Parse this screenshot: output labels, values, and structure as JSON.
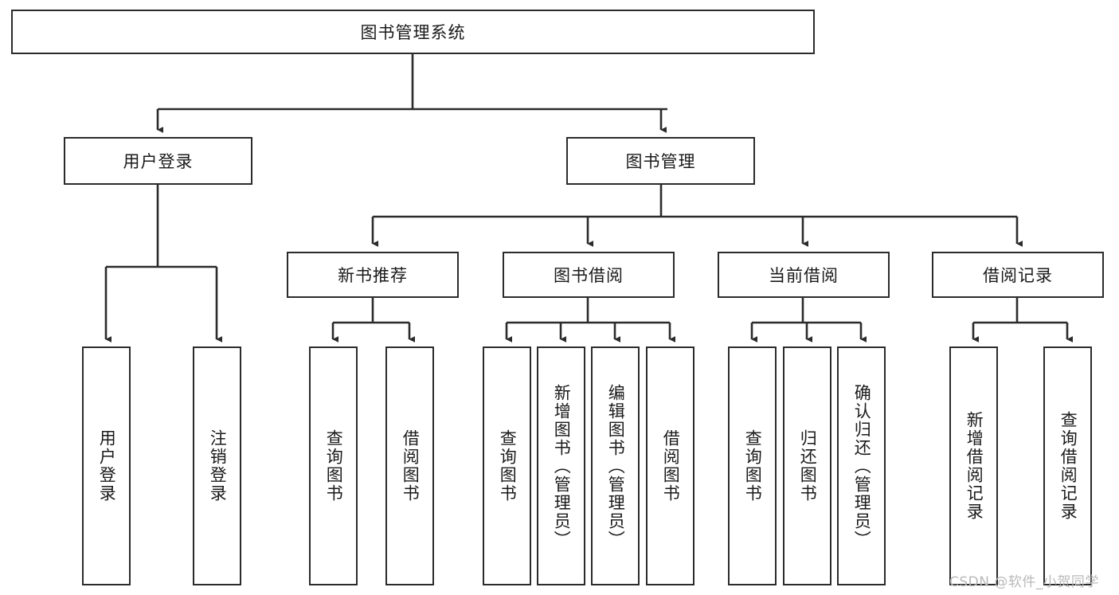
{
  "diagram": {
    "type": "hierarchy-tree",
    "title": "图书管理系统",
    "watermark": "CSDN @软件_小贺同学",
    "colors": {
      "box_border": "#2b2b2b",
      "box_fill": "#ffffff",
      "connector": "#2b2b2b",
      "text": "#1a1a1a",
      "watermark": "#b9b9b9"
    },
    "root": {
      "label": "图书管理系统"
    },
    "level2": [
      {
        "label": "用户登录"
      },
      {
        "label": "图书管理"
      }
    ],
    "level3": [
      {
        "label": "新书推荐"
      },
      {
        "label": "图书借阅"
      },
      {
        "label": "当前借阅"
      },
      {
        "label": "借阅记录"
      }
    ],
    "leaves": {
      "user_login": [
        {
          "label": "用户登录"
        },
        {
          "label": "注销登录"
        }
      ],
      "new_book_recommend": [
        {
          "label": "查询图书"
        },
        {
          "label": "借阅图书"
        }
      ],
      "book_borrow": [
        {
          "label": "查询图书"
        },
        {
          "label": "新增图书（管理员）"
        },
        {
          "label": "编辑图书（管理员）"
        },
        {
          "label": "借阅图书"
        }
      ],
      "current_borrow": [
        {
          "label": "查询图书"
        },
        {
          "label": "归还图书"
        },
        {
          "label": "确认归还（管理员）"
        }
      ],
      "borrow_record": [
        {
          "label": "新增借阅记录"
        },
        {
          "label": "查询借阅记录"
        }
      ]
    }
  }
}
